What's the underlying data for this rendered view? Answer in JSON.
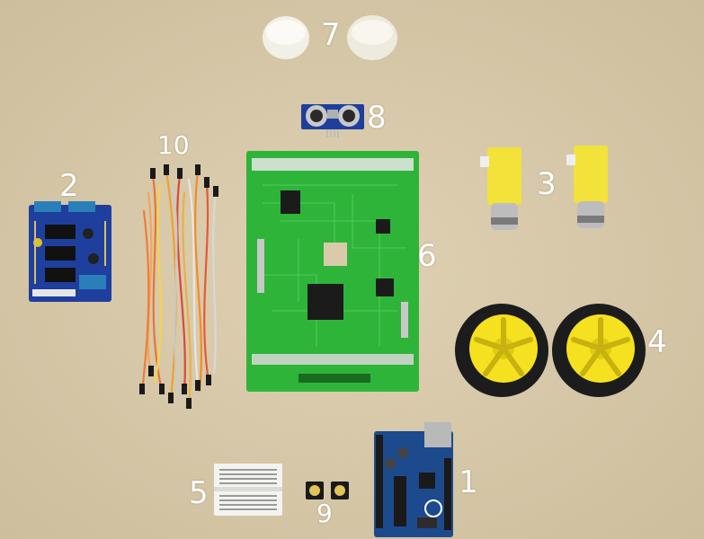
{
  "labels": {
    "arduino": "1",
    "motor_shield": "2",
    "gear_motors": "3",
    "wheels": "4",
    "breadboard": "5",
    "pcb_board": "6",
    "caps": "7",
    "ultrasonic_sensor": "8",
    "push_buttons": "9",
    "jumper_wires": "10"
  },
  "icons": [
    "arduino-board-icon",
    "motor-shield-icon",
    "gear-motor-icon",
    "wheel-icon",
    "breadboard-icon",
    "pcb-icon",
    "cap-icon",
    "ultrasonic-sensor-icon",
    "push-button-icon",
    "jumper-wire-icon"
  ],
  "colors": {
    "table_background": "#d9cba9",
    "label_text": "#ffffff",
    "pcb_green": "#2fb43a",
    "shield_blue": "#1f3f9e",
    "arduino_blue": "#1d4a8c",
    "motor_yellow": "#f2e23a",
    "wheel_yellow": "#f5e11f",
    "tire_black": "#1c1c1c"
  }
}
